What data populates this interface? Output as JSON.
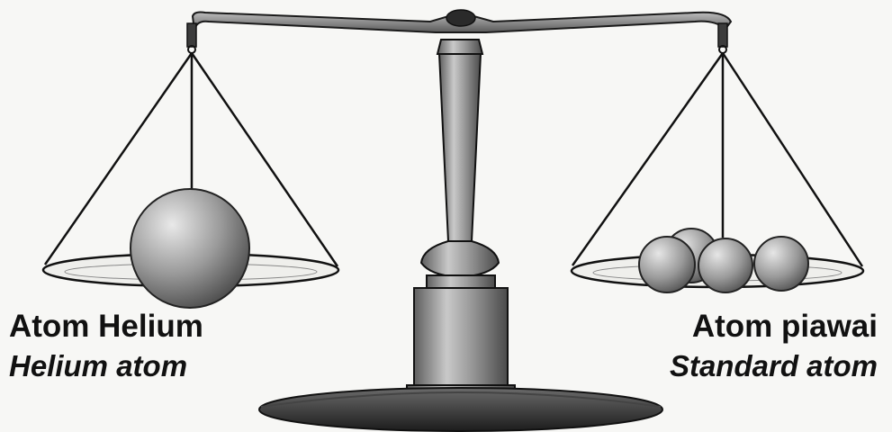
{
  "diagram": {
    "left_pan": {
      "label_ms": "Atom Helium",
      "label_en": "Helium atom",
      "atom_count": 1
    },
    "right_pan": {
      "label_ms": "Atom piawai",
      "label_en": "Standard atom",
      "atom_count": 4
    },
    "colors": {
      "ink": "#111111",
      "metal": "#8f8f8f",
      "paper": "#f7f7f5"
    }
  }
}
